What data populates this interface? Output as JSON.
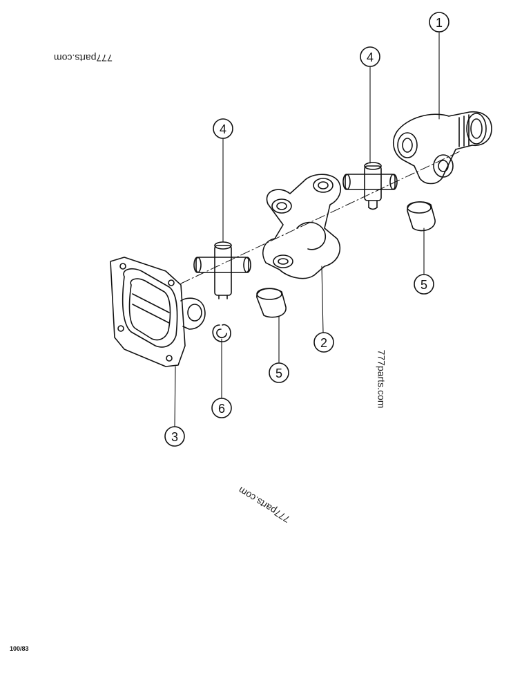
{
  "watermarks": [
    "777parts.com",
    "777parts.com",
    "777parts.com"
  ],
  "drawing_code": "100/83",
  "callouts": [
    "1",
    "4",
    "4",
    "5",
    "2",
    "5",
    "6",
    "3"
  ]
}
